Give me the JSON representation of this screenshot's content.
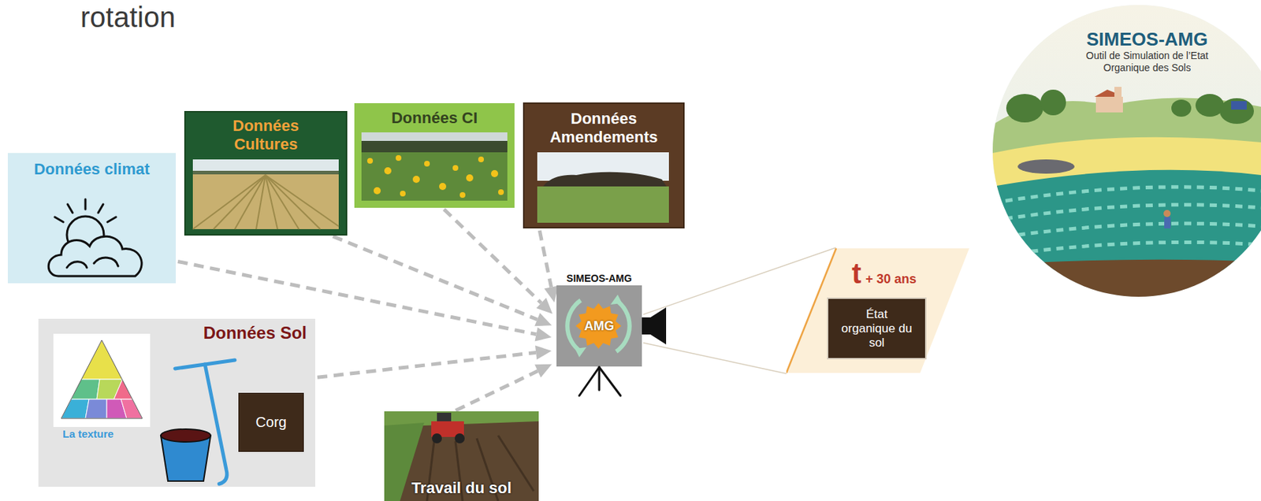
{
  "diagram": {
    "nodes": [
      {
        "text": [
          "Données climat"
        ]
      },
      {
        "text": [
          "Données Cultures"
        ]
      },
      {
        "text": [
          "Données CI"
        ]
      },
      {
        "text": [
          "Données Amendements"
        ]
      },
      {
        "text": [
          "Données Sol"
        ]
      },
      {
        "text": [
          "Corg"
        ],
        "in": 4
      },
      {
        "text": [
          "Travail du sol"
        ]
      },
      {
        "text": [
          "SIMEOS-AMG",
          "AMG"
        ]
      },
      {
        "text": [
          "t",
          "+ 30 ans"
        ]
      },
      {
        "text": [
          "État organique du sol"
        ],
        "in": 8
      },
      {
        "text": [
          "SIMEOS-AMG",
          "Outil de Simulation de l’Etat Organique des Sols"
        ]
      }
    ],
    "edges": [
      {
        "from": 0,
        "to": 7,
        "arrow": "to"
      },
      {
        "from": 1,
        "to": 7,
        "arrow": "to"
      },
      {
        "from": 2,
        "to": 7,
        "arrow": "to"
      },
      {
        "from": 3,
        "to": 7,
        "arrow": "to"
      },
      {
        "from": 4,
        "to": 7,
        "arrow": "to"
      },
      {
        "from": 6,
        "to": 7,
        "arrow": "to"
      },
      {
        "from": 7,
        "to": 8,
        "arrow": "none"
      }
    ],
    "labels": [
      "rotation",
      "La texture"
    ]
  }
}
